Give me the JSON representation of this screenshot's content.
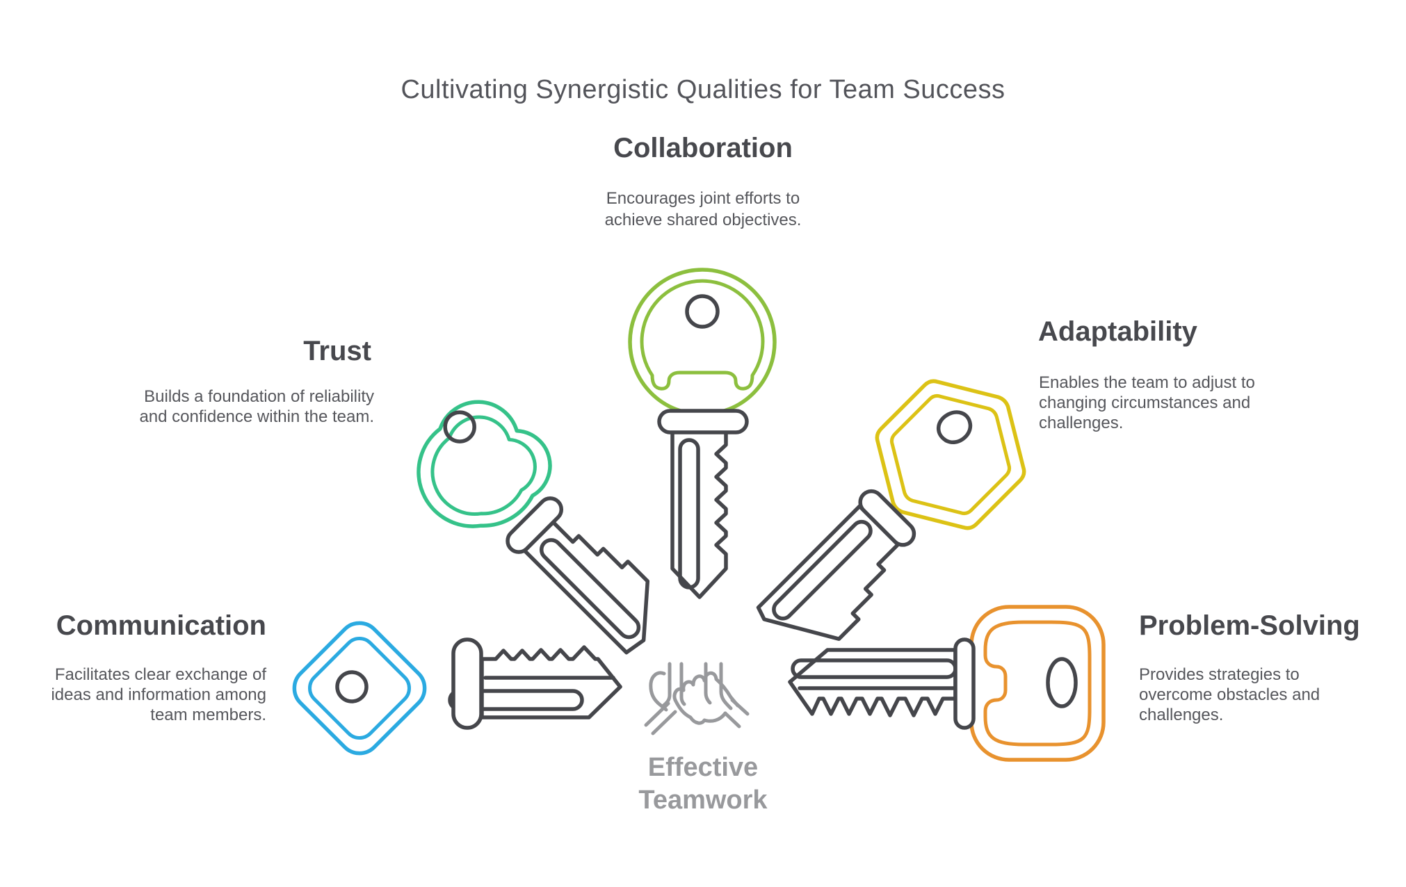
{
  "title": "Cultivating Synergistic Qualities for Team Success",
  "colors": {
    "outline": "#45464b",
    "muted": "#98999c",
    "heading": "#47484d",
    "body_text": "#55565b",
    "collaboration": "#8cbf3e",
    "trust": "#35c289",
    "adaptability": "#dcc215",
    "communication": "#2baae1",
    "problem_solving": "#e8922e"
  },
  "sections": {
    "collaboration": {
      "label": "Collaboration",
      "icon": "green-round-key-icon",
      "color": "#8cbf3e",
      "lines": [
        "Encourages joint efforts to",
        "achieve shared objectives."
      ]
    },
    "trust": {
      "label": "Trust",
      "icon": "teal-cloud-key-icon",
      "color": "#35c289",
      "lines": [
        "Builds a foundation of reliability",
        "and confidence within the team."
      ]
    },
    "adaptability": {
      "label": "Adaptability",
      "icon": "yellow-hexagon-key-icon",
      "color": "#dcc215",
      "lines": [
        "Enables the team to adjust to",
        "changing circumstances and",
        "challenges."
      ]
    },
    "communication": {
      "label": "Communication",
      "icon": "blue-diamond-key-icon",
      "color": "#2baae1",
      "lines": [
        "Facilitates clear exchange of",
        "ideas and information among",
        "team members."
      ]
    },
    "problem_solving": {
      "label": "Problem-Solving",
      "icon": "orange-rounded-key-icon",
      "color": "#e8922e",
      "lines": [
        "Provides strategies to",
        "overcome obstacles and",
        "challenges."
      ]
    }
  },
  "center": {
    "icon": "hands-together-icon",
    "lines": [
      "Effective",
      "Teamwork"
    ]
  }
}
